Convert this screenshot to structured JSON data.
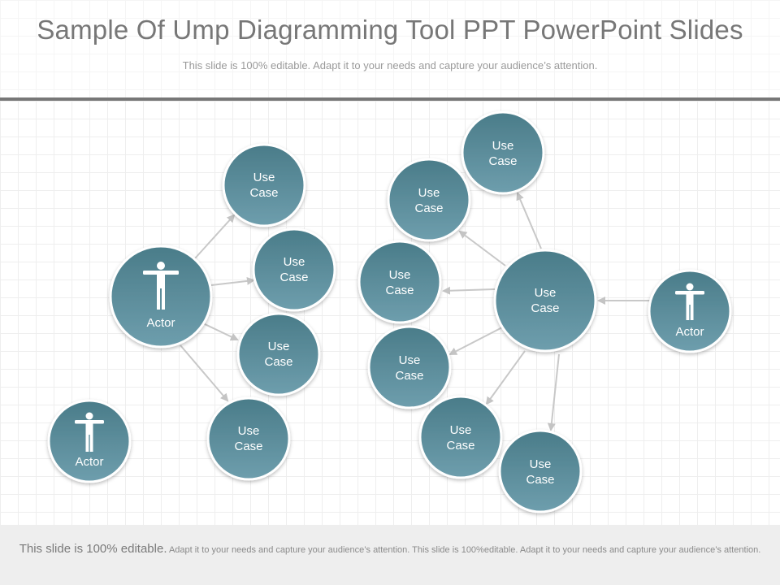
{
  "slide": {
    "title": "Sample Of Ump Diagramming Tool PPT PowerPoint Slides",
    "subtitle": "This slide is 100% editable. Adapt it to your needs and capture your audience’s attention."
  },
  "diagram": {
    "use_case_line1": "Use",
    "use_case_line2": "Case",
    "actor_label": "Actor"
  },
  "footer": {
    "lead": "This slide is 100% editable.",
    "body": "Adapt it to your needs and capture your audience’s attention. This slide is 100%editable. Adapt it to your needs and capture your audience’s attention."
  },
  "colors": {
    "node_top": "#4b7e8b",
    "node_bottom": "#6fa0ad",
    "arrow": "#c4c4c4",
    "title": "#777777"
  }
}
